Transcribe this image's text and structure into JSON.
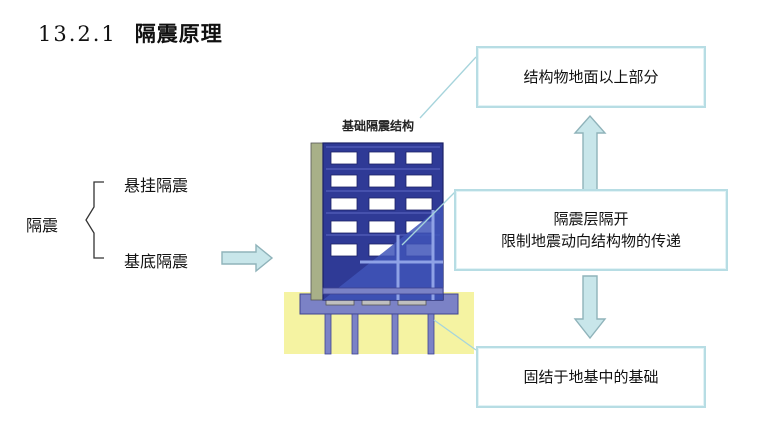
{
  "section": {
    "number": "13.2.1",
    "title": "隔震原理"
  },
  "classification": {
    "root": "隔震",
    "branches": [
      "悬挂隔震",
      "基底隔震"
    ]
  },
  "figure": {
    "caption": "基础隔震结构"
  },
  "callouts": {
    "upper": "结构物地面以上部分",
    "middle_line1": "隔震层隔开",
    "middle_line2": "限制地震动向结构物的传递",
    "lower": "固结于地基中的基础"
  },
  "colors": {
    "arrow_fill": "#c8e6ea",
    "arrow_stroke": "#8fb3ba",
    "box_border": "#b7dde4",
    "building_blue": "#2f3a96",
    "foundation_yellow": "#f5f3a2",
    "isolator_purple": "#7b82c6"
  }
}
